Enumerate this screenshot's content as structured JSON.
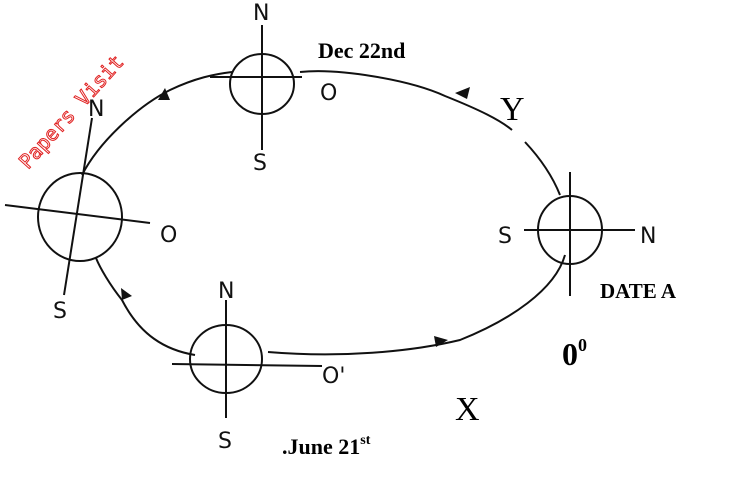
{
  "watermark": "Papers Visit",
  "labels": {
    "dec": "Dec 22nd",
    "y": "Y",
    "x": "X",
    "date_a": "DATE A",
    "zero_base": "0",
    "zero_sup": "0",
    "june_base": ".June 21",
    "june_sup": "st"
  },
  "earth_top": {
    "n": "N",
    "s": "S",
    "o": "O"
  },
  "earth_left": {
    "n": "N",
    "s": "S",
    "o": "O"
  },
  "earth_bottom": {
    "n": "N",
    "s": "S",
    "o": "O'"
  },
  "earth_right": {
    "n": "N",
    "s": "S"
  }
}
